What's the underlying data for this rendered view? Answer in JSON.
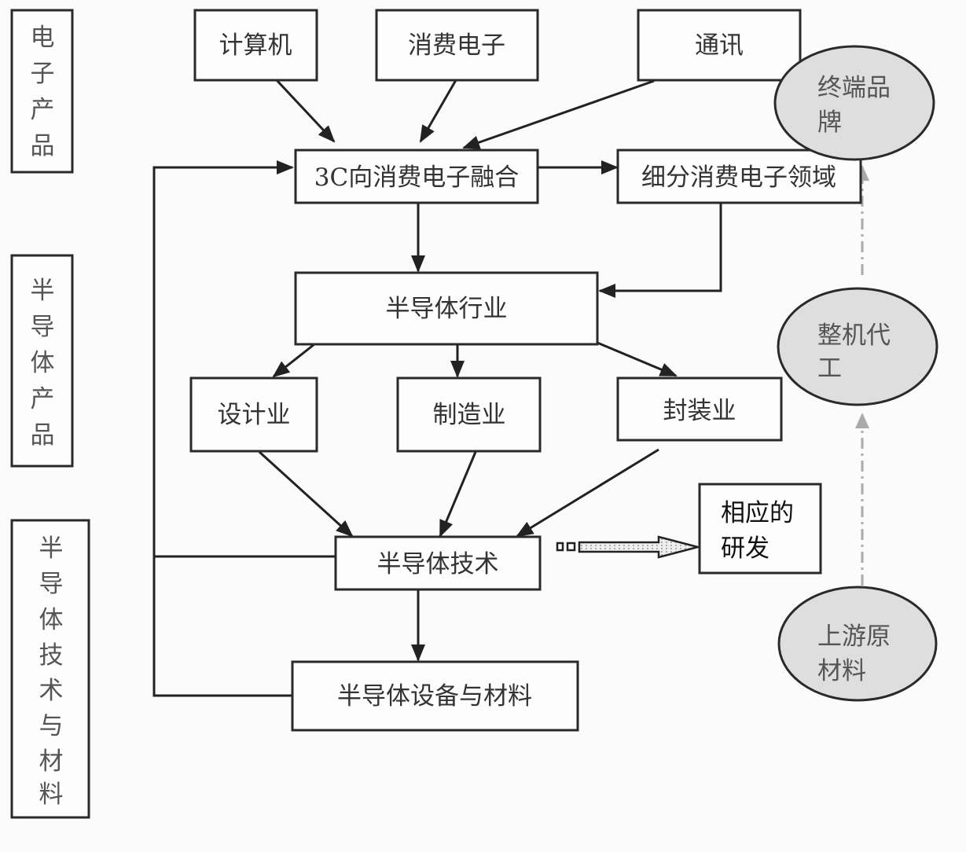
{
  "side_labels": {
    "electronics": [
      "电",
      "子",
      "产",
      "品"
    ],
    "semiconductor_products": [
      "半",
      "导",
      "体",
      "产",
      "品"
    ],
    "tech_materials": [
      "半",
      "导",
      "体",
      "技",
      "术",
      "与",
      "材",
      "料"
    ]
  },
  "nodes": {
    "computer": "计算机",
    "consumer_electronics": "消费电子",
    "communication": "通讯",
    "fusion": "3C向消费电子融合",
    "segment": "细分消费电子领域",
    "industry": "半导体行业",
    "design": "设计业",
    "manufacturing": "制造业",
    "packaging": "封装业",
    "technology": "半导体技术",
    "equipment": "半导体设备与材料",
    "rnd_line1": "相应的",
    "rnd_line2": "研发"
  },
  "ellipses": {
    "brand_line1": "终端品",
    "brand_line2": "牌",
    "oem_line1": "整机代",
    "oem_line2": "工",
    "upstream_line1": "上游原",
    "upstream_line2": "材料"
  }
}
